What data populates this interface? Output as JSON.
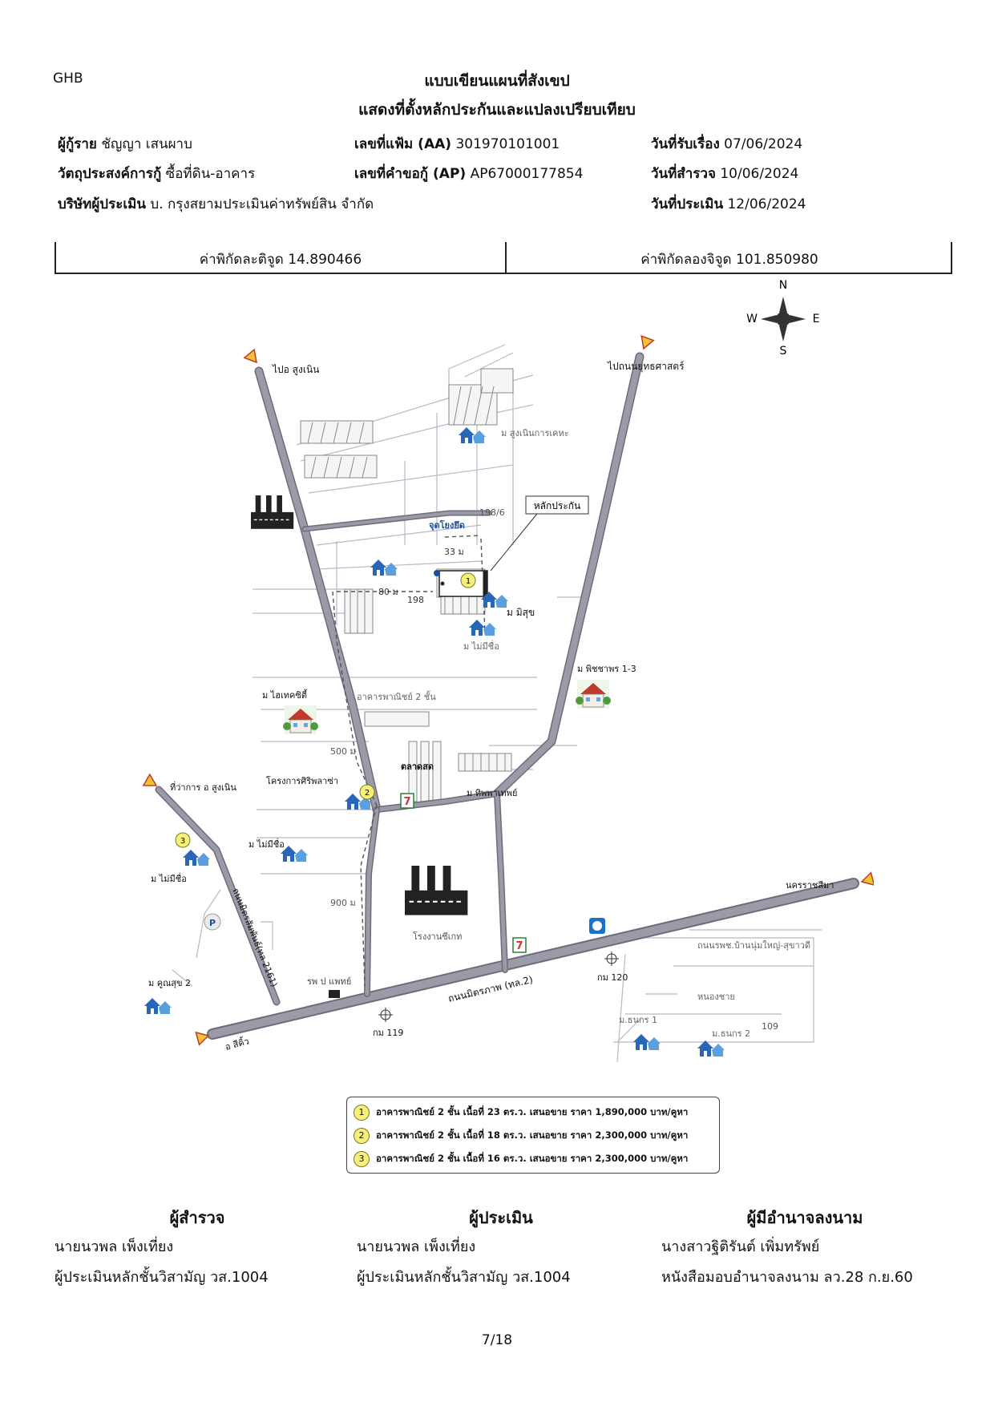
{
  "header": {
    "org": "GHB",
    "title_line1": "แบบเขียนแผนที่สังเขป",
    "title_line2": "แสดงที่ตั้งหลักประกันและแปลงเปรียบเทียบ"
  },
  "info": {
    "borrower_label": "ผู้กู้ราย",
    "borrower_value": "ชัญญา เสนผาบ",
    "purpose_label": "วัตถุประสงค์การกู้",
    "purpose_value": "ซื้อที่ดิน-อาคาร",
    "company_label": "บริษัทผู้ประเมิน",
    "company_value": "บ. กรุงสยามประเมินค่าทรัพย์สิน จำกัด",
    "file_label": "เลขที่แฟ้ม (AA)",
    "file_value": "301970101001",
    "app_label": "เลขที่คำขอกู้ (AP)",
    "app_value": "AP67000177854",
    "received_label": "วันที่รับเรื่อง",
    "received_value": "07/06/2024",
    "survey_label": "วันที่สำรวจ",
    "survey_value": "10/06/2024",
    "appraisal_label": "วันที่ประเมิน",
    "appraisal_value": "12/06/2024"
  },
  "coords": {
    "lat": "ค่าพิกัดละติจูด 14.890466",
    "lon": "ค่าพิกัดลองจิจูด 101.850980"
  },
  "map": {
    "compass": {
      "n": "N",
      "s": "S",
      "e": "E",
      "w": "W"
    },
    "labels": {
      "to_sungnoen": "ไปอ สูงเนิน",
      "to_yuttha": "ไปถนนยุทธศาสตร์",
      "moo_sungnoen_kaheha": "ม สูงเนินการเคหะ",
      "collateral": "หลักประกัน",
      "focal_point": "จุดโยงยึด",
      "road_198_6": "198/6",
      "dist_33": "33 ม",
      "dist_80": "80 ม",
      "road_198": "198",
      "moo_misuk": "ม มิสุข",
      "moo_no_name_1": "ม ไม่มีชื่อ",
      "moo_pitchaporn": "ม พิชชาพร 1-3",
      "moo_hightech": "ม ไฮเทคซิตี้",
      "commercial_2": "อาคารพาณิชย์ 2 ชั้น",
      "dist_500": "500 ม",
      "market": "ตลาดสด",
      "sirin": "โครงการศิริพลาซ่า",
      "moo_tippayathan": "ม ทิพพาเทพย์",
      "to_amphoe": "ที่ว่าการ อ สูงเนิน",
      "moo_no_name_2": "ม ไม่มีชื่อ",
      "moo_no_name_3": "ม ไม่มีชื่อ",
      "dist_900": "900 ม",
      "factory": "โรงงานซีเกท",
      "nakhon": "นครราชสีมา",
      "road_mitraphap": "ถนนมิตรภาพ (ทล.2)",
      "road_2161": "ถนนมิตรสัมพันธ์(ทล 2161)",
      "km120": "กม 120",
      "km119": "กม 119",
      "moo_kunsuk": "ม คูณสุข 2",
      "hospital": "รพ ป แพทย์",
      "sikhio": "อ สีคิ้ว",
      "ban_nong_yai": "ถนนรพช.บ้านนุ่มใหญ่-สุขาวดี",
      "nong_chai": "หนองชาย",
      "moo_anan1": "ม.ธนกร 1",
      "moo_anan2": "ม.ธนกร 2",
      "road_109": "109"
    }
  },
  "legend": [
    {
      "num": "1",
      "text": "อาคารพาณิชย์ 2 ชั้น เนื้อที่ 23 ตร.ว. เสนอขาย ราคา 1,890,000 บาท/คูหา"
    },
    {
      "num": "2",
      "text": "อาคารพาณิชย์ 2 ชั้น เนื้อที่ 18 ตร.ว. เสนอขาย ราคา 2,300,000 บาท/คูหา"
    },
    {
      "num": "3",
      "text": "อาคารพาณิชย์ 2 ชั้น เนื้อที่ 16 ตร.ว. เสนอขาย ราคา 2,300,000 บาท/คูหา"
    }
  ],
  "signatures": {
    "surveyor_title": "ผู้สำรวจ",
    "surveyor_name": "นายนวพล เพ็งเที่ยง",
    "surveyor_role": "ผู้ประเมินหลักชั้นวิสามัญ วส.1004",
    "appraiser_title": "ผู้ประเมิน",
    "appraiser_name": "นายนวพล เพ็งเที่ยง",
    "appraiser_role": "ผู้ประเมินหลักชั้นวิสามัญ วส.1004",
    "authorized_title": "ผู้มีอำนาจลงนาม",
    "authorized_name": "นางสาวฐิติรันต์ เพิ่มทรัพย์",
    "authorized_role": "หนังสือมอบอำนาจลงนาม ลว.28 ก.ย.60"
  },
  "footer": {
    "page": "7/18"
  },
  "colors": {
    "road": "#9a9aa8",
    "road_edge": "#6d6d7a",
    "arrow": "#f1c232",
    "house": "#2a66b8",
    "thin_line": "#b8b8c8"
  }
}
